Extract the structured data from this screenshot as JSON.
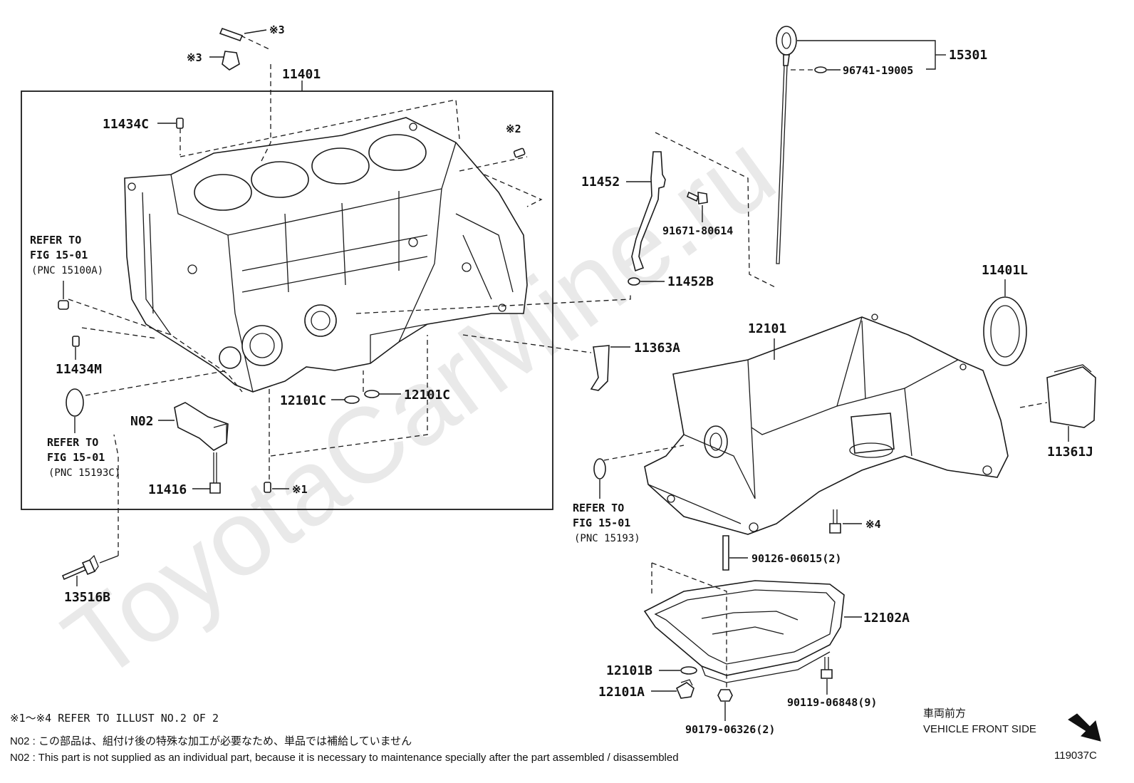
{
  "watermark": "ToyotaCarMine.ru",
  "labels": {
    "l15301": "15301",
    "l96741": "96741-19005",
    "l3a": "※3",
    "l3b": "※3",
    "l11401": "11401",
    "l11434C": "11434C",
    "l2": "※2",
    "l11452": "11452",
    "l91671": "91671-80614",
    "l11452B": "11452B",
    "l11401L": "11401L",
    "l12101": "12101",
    "l11363A": "11363A",
    "l11434M": "11434M",
    "l12101C_a": "12101C",
    "l12101C_b": "12101C",
    "lN02": "N02",
    "l11416": "11416",
    "l1": "※1",
    "l11361J": "11361J",
    "l4": "※4",
    "l90126": "90126-06015(2)",
    "l12102A": "12102A",
    "l12101B": "12101B",
    "l12101A": "12101A",
    "l90119": "90119-06848(9)",
    "l90179": "90179-06326(2)",
    "l13516B": "13516B"
  },
  "refs": {
    "r1": {
      "line1": "REFER TO",
      "line2": "FIG 15-01",
      "line3": "(PNC 15100A)"
    },
    "r2": {
      "line1": "REFER TO",
      "line2": "FIG 15-01",
      "line3": "(PNC 15193C)"
    },
    "r3": {
      "line1": "REFER TO",
      "line2": "FIG 15-01",
      "line3": "(PNC 15193)"
    }
  },
  "notes": {
    "refer_illust": "※1～※4 REFER TO ILLUST NO.2 OF 2",
    "n02_jp": "N02 : この部品は、組付け後の特殊な加工が必要なため、単品では補給していません",
    "n02_en": "N02 : This part is not supplied as an individual part, because it is necessary to maintenance specially after the part assembled / disassembled"
  },
  "direction": {
    "jp": "車両前方",
    "en": "VEHICLE FRONT SIDE"
  },
  "illustration_id": "119037C"
}
